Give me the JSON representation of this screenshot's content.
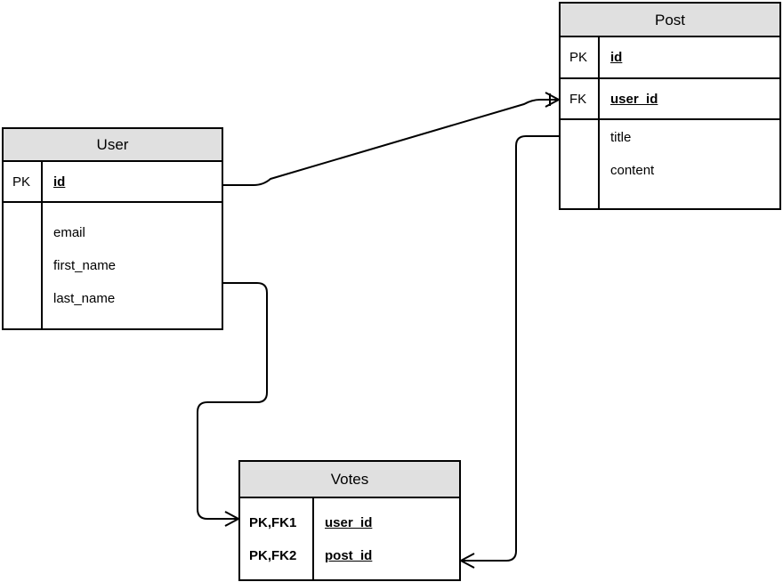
{
  "diagram": {
    "type": "entity-relationship-diagram",
    "background_color": "#ffffff",
    "line_color": "#000000",
    "header_fill": "#e0e0e0"
  },
  "entities": {
    "user": {
      "name": "User",
      "key_label": "PK",
      "key_field": "id",
      "attributes": [
        "email",
        "first_name",
        "last_name"
      ]
    },
    "post": {
      "name": "Post",
      "pk_label": "PK",
      "pk_field": "id",
      "fk_label": "FK",
      "fk_field": "user_id",
      "attributes": [
        "title",
        "content"
      ]
    },
    "votes": {
      "name": "Votes",
      "rows": [
        {
          "key": "PK,FK1",
          "field": "user_id"
        },
        {
          "key": "PK,FK2",
          "field": "post_id"
        }
      ]
    }
  },
  "relationships": [
    {
      "name": "user-to-post",
      "from": "User.id",
      "to": "Post.user_id",
      "from_cardinality": "one",
      "to_cardinality": "many"
    },
    {
      "name": "user-to-votes",
      "from": "User.last_name_row",
      "to": "Votes.user_id",
      "from_cardinality": "one",
      "to_cardinality": "many"
    },
    {
      "name": "post-to-votes",
      "from": "Post.title_row",
      "to": "Votes.post_id",
      "from_cardinality": "one",
      "to_cardinality": "many"
    }
  ]
}
